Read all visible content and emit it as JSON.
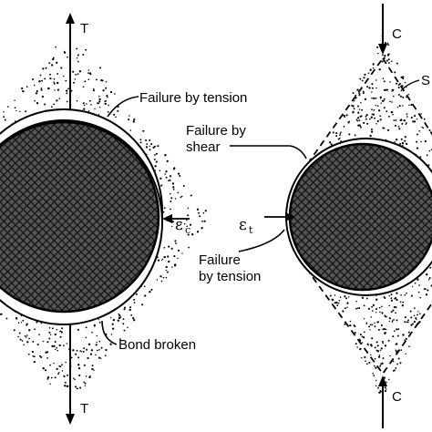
{
  "left_figure": {
    "top_force": "T",
    "bottom_force": "T",
    "label_tension": "Failure by tension",
    "label_bond": "Bond broken",
    "strain_symbol": "ε",
    "strain_subscript": "c"
  },
  "right_figure": {
    "top_force": "C",
    "bottom_force": "C",
    "label_shear_line1": "Failure by",
    "label_shear_line2": "shear",
    "label_tension_line1": "Failure",
    "label_tension_line2": "by tension",
    "strain_symbol": "ε",
    "strain_subscript": "t",
    "corner_label": "S"
  },
  "colors": {
    "ink": "#000000",
    "paper": "#ffffff"
  }
}
